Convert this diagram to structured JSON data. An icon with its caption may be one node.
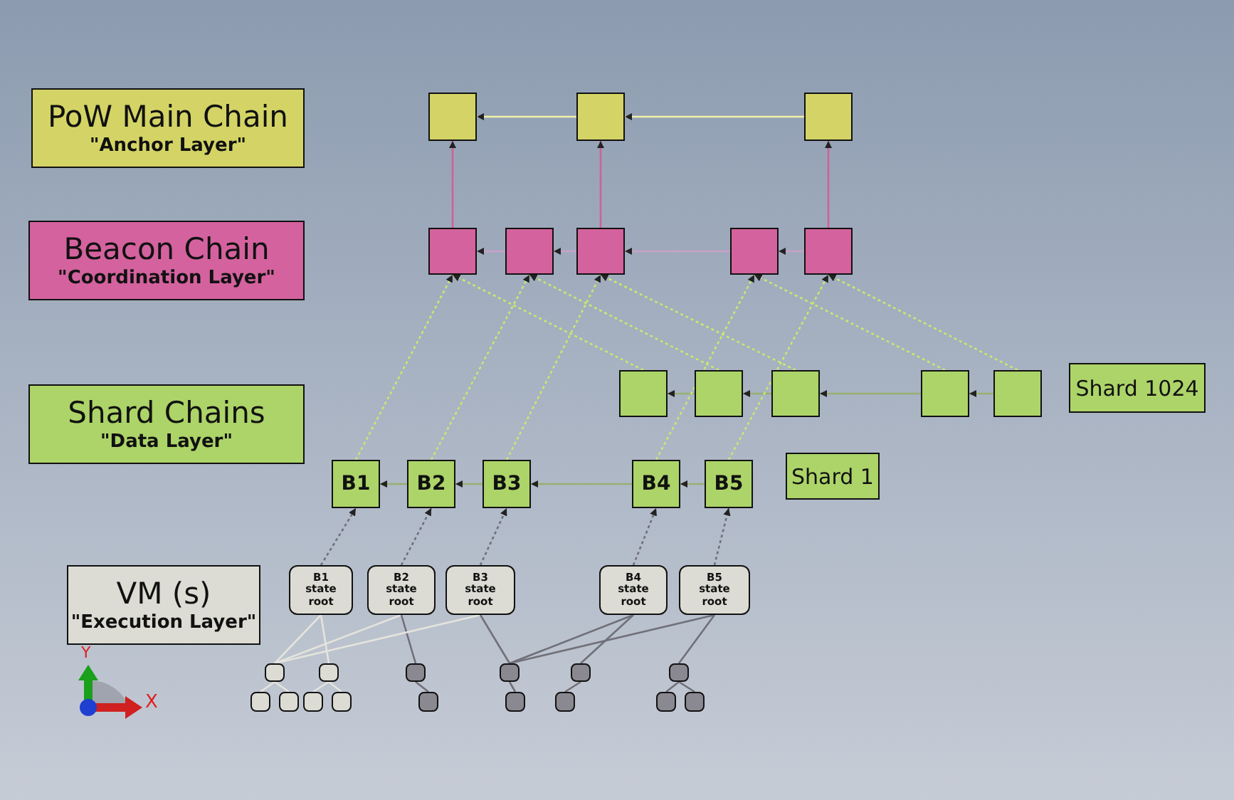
{
  "diagram": {
    "nodes": [
      {
        "text": [
          "PoW Main Chain",
          "\"Anchor Layer\""
        ]
      },
      {
        "text": [
          "Beacon Chain",
          "\"Coordination Layer\""
        ]
      },
      {
        "text": [
          "Shard Chains",
          "\"Data Layer\""
        ]
      },
      {
        "text": [
          "VM (s)",
          "\"Execution Layer\""
        ]
      },
      {
        "text": [],
        "shape": "box"
      },
      {
        "text": [],
        "shape": "box"
      },
      {
        "text": [],
        "shape": "box"
      },
      {
        "text": [],
        "shape": "box"
      },
      {
        "text": [],
        "shape": "box"
      },
      {
        "text": [],
        "shape": "box"
      },
      {
        "text": [],
        "shape": "box"
      },
      {
        "text": [],
        "shape": "box"
      },
      {
        "text": [],
        "shape": "box"
      },
      {
        "text": [],
        "shape": "box"
      },
      {
        "text": [],
        "shape": "box"
      },
      {
        "text": [],
        "shape": "box"
      },
      {
        "text": [],
        "shape": "box"
      },
      {
        "text": [
          "Shard 1024"
        ]
      },
      {
        "text": [
          "B1"
        ]
      },
      {
        "text": [
          "B2"
        ]
      },
      {
        "text": [
          "B3"
        ]
      },
      {
        "text": [
          "B4"
        ]
      },
      {
        "text": [
          "B5"
        ]
      },
      {
        "text": [
          "Shard 1"
        ]
      },
      {
        "text": [
          "B1 state root"
        ]
      },
      {
        "text": [
          "B2 state root"
        ]
      },
      {
        "text": [
          "B3 state root"
        ]
      },
      {
        "text": [
          "B4 state root"
        ]
      },
      {
        "text": [
          "B5 state root"
        ]
      },
      {
        "text": [],
        "shape": "box"
      },
      {
        "text": [],
        "shape": "box"
      },
      {
        "text": [],
        "shape": "box"
      },
      {
        "text": [],
        "shape": "box"
      },
      {
        "text": [],
        "shape": "box"
      },
      {
        "text": [],
        "shape": "box"
      },
      {
        "text": [],
        "shape": "box"
      },
      {
        "text": [],
        "shape": "box"
      },
      {
        "text": [],
        "shape": "box"
      },
      {
        "text": [],
        "shape": "box"
      },
      {
        "text": [],
        "shape": "box"
      },
      {
        "text": [],
        "shape": "box"
      },
      {
        "text": [],
        "shape": "box"
      },
      {
        "text": [],
        "shape": "box"
      },
      {
        "text": [],
        "shape": "box"
      }
    ],
    "edges": [
      {
        "from": 5,
        "to": 4,
        "arrow": "to",
        "color": "#f0f0a8"
      },
      {
        "from": 6,
        "to": 5,
        "arrow": "to",
        "color": "#f0f0a8"
      },
      {
        "from": 7,
        "to": 4,
        "arrow": "to",
        "color": "#d0609c"
      },
      {
        "from": 9,
        "to": 5,
        "arrow": "to",
        "color": "#d0609c"
      },
      {
        "from": 11,
        "to": 6,
        "arrow": "to",
        "color": "#d0609c"
      },
      {
        "from": 8,
        "to": 7,
        "arrow": "to",
        "color": "#c8a0c8"
      },
      {
        "from": 9,
        "to": 8,
        "arrow": "to",
        "color": "#c8a0c8"
      },
      {
        "from": 10,
        "to": 9,
        "arrow": "to",
        "color": "#c8a0c8"
      },
      {
        "from": 11,
        "to": 10,
        "arrow": "to",
        "color": "#c8a0c8"
      },
      {
        "from": 13,
        "to": 12,
        "arrow": "to",
        "color": "#98b070"
      },
      {
        "from": 14,
        "to": 13,
        "arrow": "to",
        "color": "#98b070"
      },
      {
        "from": 15,
        "to": 14,
        "arrow": "to",
        "color": "#98b070"
      },
      {
        "from": 16,
        "to": 15,
        "arrow": "to",
        "color": "#98b070"
      },
      {
        "from": 19,
        "to": 18,
        "arrow": "to",
        "color": "#98b070"
      },
      {
        "from": 20,
        "to": 19,
        "arrow": "to",
        "color": "#98b070"
      },
      {
        "from": 21,
        "to": 20,
        "arrow": "to",
        "color": "#98b070"
      },
      {
        "from": 22,
        "to": 21,
        "arrow": "to",
        "color": "#98b070"
      },
      {
        "from": 18,
        "to": 7,
        "arrow": "to",
        "style": "dashed",
        "color": "#c8e870"
      },
      {
        "from": 12,
        "to": 7,
        "arrow": "to",
        "style": "dashed",
        "color": "#c8e870"
      },
      {
        "from": 19,
        "to": 8,
        "arrow": "to",
        "style": "dashed",
        "color": "#c8e870"
      },
      {
        "from": 13,
        "to": 8,
        "arrow": "to",
        "style": "dashed",
        "color": "#c8e870"
      },
      {
        "from": 20,
        "to": 9,
        "arrow": "to",
        "style": "dashed",
        "color": "#c8e870"
      },
      {
        "from": 14,
        "to": 9,
        "arrow": "to",
        "style": "dashed",
        "color": "#c8e870"
      },
      {
        "from": 21,
        "to": 10,
        "arrow": "to",
        "style": "dashed",
        "color": "#c8e870"
      },
      {
        "from": 15,
        "to": 10,
        "arrow": "to",
        "style": "dashed",
        "color": "#c8e870"
      },
      {
        "from": 22,
        "to": 11,
        "arrow": "to",
        "style": "dashed",
        "color": "#c8e870"
      },
      {
        "from": 16,
        "to": 11,
        "arrow": "to",
        "style": "dashed",
        "color": "#c8e870"
      },
      {
        "from": 24,
        "to": 18,
        "arrow": "to",
        "style": "dashed"
      },
      {
        "from": 25,
        "to": 19,
        "arrow": "to",
        "style": "dashed"
      },
      {
        "from": 26,
        "to": 20,
        "arrow": "to",
        "style": "dashed"
      },
      {
        "from": 27,
        "to": 21,
        "arrow": "to",
        "style": "dashed"
      },
      {
        "from": 28,
        "to": 22,
        "arrow": "to",
        "style": "dashed"
      },
      {
        "from": 24,
        "to": 29,
        "arrow": "none",
        "color": "#e4e4dc"
      },
      {
        "from": 24,
        "to": 30,
        "arrow": "none",
        "color": "#e4e4dc"
      },
      {
        "from": 25,
        "to": 29,
        "arrow": "none",
        "color": "#e4e4dc"
      },
      {
        "from": 25,
        "to": 31,
        "arrow": "none"
      },
      {
        "from": 26,
        "to": 29,
        "arrow": "none",
        "color": "#e4e4dc"
      },
      {
        "from": 26,
        "to": 32,
        "arrow": "none"
      },
      {
        "from": 27,
        "to": 32,
        "arrow": "none"
      },
      {
        "from": 27,
        "to": 33,
        "arrow": "none"
      },
      {
        "from": 28,
        "to": 32,
        "arrow": "none"
      },
      {
        "from": 28,
        "to": 34,
        "arrow": "none"
      },
      {
        "from": 29,
        "to": 35,
        "arrow": "none",
        "color": "#e4e4dc"
      },
      {
        "from": 29,
        "to": 36,
        "arrow": "none",
        "color": "#e4e4dc"
      },
      {
        "from": 30,
        "to": 37,
        "arrow": "none",
        "color": "#e4e4dc"
      },
      {
        "from": 30,
        "to": 38,
        "arrow": "none",
        "color": "#e4e4dc"
      },
      {
        "from": 31,
        "to": 39,
        "arrow": "none"
      },
      {
        "from": 32,
        "to": 40,
        "arrow": "none"
      },
      {
        "from": 33,
        "to": 41,
        "arrow": "none"
      },
      {
        "from": 34,
        "to": 42,
        "arrow": "none"
      },
      {
        "from": 34,
        "to": 43,
        "arrow": "none"
      }
    ],
    "labels": [
      "Y",
      "X"
    ]
  }
}
